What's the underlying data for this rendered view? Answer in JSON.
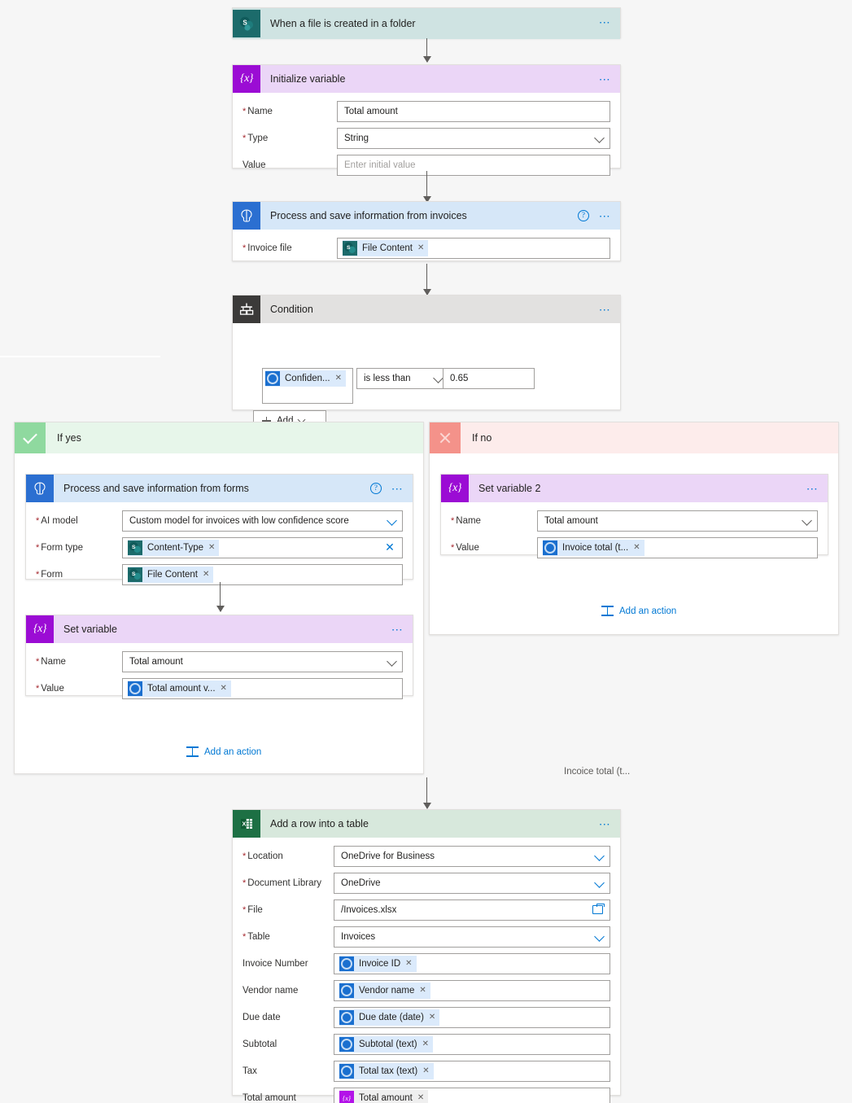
{
  "flow": {
    "trigger": {
      "title": "When a file is created in a folder",
      "icon": "sharepoint-icon"
    },
    "initialize_variable": {
      "title": "Initialize variable",
      "icon": "variable-icon",
      "fields": [
        {
          "label": "Name",
          "required": true,
          "value": "Total amount",
          "control": "text"
        },
        {
          "label": "Type",
          "required": true,
          "value": "String",
          "control": "dropdown"
        },
        {
          "label": "Value",
          "required": false,
          "placeholder": "Enter initial value",
          "control": "text"
        }
      ]
    },
    "process_invoices": {
      "title": "Process and save information from invoices",
      "icon": "ai-builder-icon",
      "help": "?",
      "fields": [
        {
          "label": "Invoice file",
          "required": true,
          "token": "File Content",
          "token_icon": "sharepoint-icon"
        }
      ]
    },
    "condition": {
      "title": "Condition",
      "icon": "condition-icon",
      "operand_token": "Confiden...",
      "operand_token_icon": "ai-builder-icon",
      "operator": "is less than",
      "comparison_value": "0.65",
      "add_label": "Add"
    },
    "branch_yes": {
      "label": "If yes",
      "icon": "checkmark-icon",
      "process_forms": {
        "title": "Process and save information from  forms",
        "icon": "ai-builder-icon",
        "help": "?",
        "fields": [
          {
            "label": "AI model",
            "required": true,
            "value": "Custom model for invoices with low confidence score",
            "control": "dropdown"
          },
          {
            "label": "Form type",
            "required": true,
            "token": "Content-Type",
            "token_icon": "sharepoint-icon",
            "control": "clear"
          },
          {
            "label": "Form",
            "required": true,
            "token": "File Content",
            "token_icon": "sharepoint-icon"
          }
        ]
      },
      "set_variable": {
        "title": "Set variable",
        "icon": "variable-icon",
        "fields": [
          {
            "label": "Name",
            "required": true,
            "value": "Total amount",
            "control": "dropdown"
          },
          {
            "label": "Value",
            "required": true,
            "token": "Total amount v...",
            "token_icon": "ai-builder-icon"
          }
        ]
      },
      "add_action_label": "Add an action"
    },
    "branch_no": {
      "label": "If no",
      "icon": "close-icon",
      "set_variable_2": {
        "title": "Set variable 2",
        "icon": "variable-icon",
        "fields": [
          {
            "label": "Name",
            "required": true,
            "value": "Total amount",
            "control": "dropdown"
          },
          {
            "label": "Value",
            "required": true,
            "token": "Invoice total (t...",
            "token_icon": "ai-builder-icon"
          }
        ]
      },
      "add_action_label": "Add an action"
    },
    "drag_ghost_label": "Incoice total (t...",
    "add_row": {
      "title": "Add a row into a table",
      "icon": "excel-icon",
      "fields": [
        {
          "label": "Location",
          "required": true,
          "value": "OneDrive for Business",
          "control": "dropdown"
        },
        {
          "label": "Document Library",
          "required": true,
          "value": "OneDrive",
          "control": "dropdown"
        },
        {
          "label": "File",
          "required": true,
          "value": "/Invoices.xlsx",
          "control": "folder"
        },
        {
          "label": "Table",
          "required": true,
          "value": "Invoices",
          "control": "dropdown"
        },
        {
          "label": "Invoice Number",
          "required": false,
          "token": "Invoice ID",
          "token_icon": "ai-builder-icon"
        },
        {
          "label": "Vendor name",
          "required": false,
          "token": "Vendor name",
          "token_icon": "ai-builder-icon"
        },
        {
          "label": "Due date",
          "required": false,
          "token": "Due date (date)",
          "token_icon": "ai-builder-icon"
        },
        {
          "label": "Subtotal",
          "required": false,
          "token": "Subtotal (text)",
          "token_icon": "ai-builder-icon"
        },
        {
          "label": "Tax",
          "required": false,
          "token": "Total tax (text)",
          "token_icon": "ai-builder-icon"
        },
        {
          "label": "Total amount",
          "required": false,
          "token": "Total amount",
          "token_icon": "variable-icon"
        }
      ]
    }
  }
}
